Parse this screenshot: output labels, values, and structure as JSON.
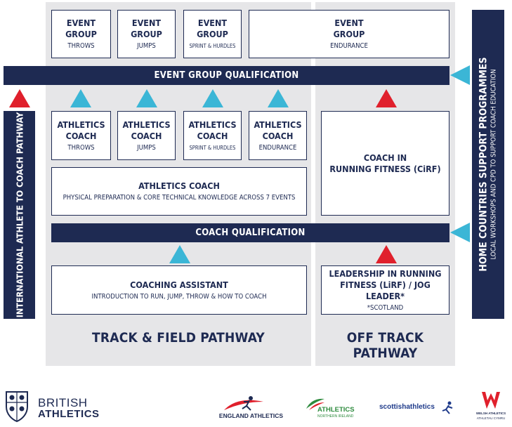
{
  "colors": {
    "navy": "#1e2a52",
    "panel": "#e6e6e8",
    "teal": "#3bb6d6",
    "red": "#e0202c"
  },
  "event_groups": [
    {
      "line1": "EVENT",
      "line2": "GROUP",
      "sub": "THROWS"
    },
    {
      "line1": "EVENT",
      "line2": "GROUP",
      "sub": "JUMPS"
    },
    {
      "line1": "EVENT",
      "line2": "GROUP",
      "sub": "SPRINT & HURDLES"
    },
    {
      "line1": "EVENT",
      "line2": "GROUP",
      "sub": "ENDURANCE"
    }
  ],
  "event_group_qualification": "EVENT GROUP QUALIFICATION",
  "athletics_coaches": [
    {
      "line1": "ATHLETICS",
      "line2": "COACH",
      "sub": "THROWS"
    },
    {
      "line1": "ATHLETICS",
      "line2": "COACH",
      "sub": "JUMPS"
    },
    {
      "line1": "ATHLETICS",
      "line2": "COACH",
      "sub": "SPRINT & HURDLES"
    },
    {
      "line1": "ATHLETICS",
      "line2": "COACH",
      "sub": "ENDURANCE"
    }
  ],
  "athletics_coach_main": {
    "title": "ATHLETICS COACH",
    "sub": "PHYSICAL PREPARATION & CORE TECHNICAL KNOWLEDGE ACROSS 7 EVENTS"
  },
  "cirf": {
    "line1": "COACH IN",
    "line2": "RUNNING FITNESS (CiRF)"
  },
  "coach_qualification": "COACH QUALIFICATION",
  "coaching_assistant": {
    "title": "COACHING ASSISTANT",
    "sub": "INTRODUCTION TO RUN, JUMP, THROW & HOW TO COACH"
  },
  "leadership": {
    "line1": "LEADERSHIP IN RUNNING",
    "line2": "FITNESS (LiRF) / JOG LEADER*",
    "note": "*SCOTLAND"
  },
  "track_field_pathway": "TRACK & FIELD PATHWAY",
  "off_track_pathway": "OFF TRACK PATHWAY",
  "international_pathway": "INTERNATIONAL ATHLETE TO COACH PATHWAY",
  "home_countries": {
    "title": "HOME COUNTRIES SUPPORT PROGRAMMES",
    "sub": "LOCAL WORKSHOPS AND CPD TO SUPPORT COACH EDUCATION"
  },
  "logos": {
    "british_athletics": {
      "line1": "BRITISH",
      "line2": "ATHLETICS",
      "icon": "lion-crest-icon"
    },
    "england_athletics": "ENGLAND ATHLETICS",
    "ni_athletics": {
      "line1": "ATHLETICS",
      "line2": "NORTHERN IRELAND"
    },
    "scottish_athletics": "scottishathletics",
    "welsh_athletics": {
      "line1": "WELSH ATHLETICS",
      "line2": "ATHLETAU CYMRU"
    }
  }
}
